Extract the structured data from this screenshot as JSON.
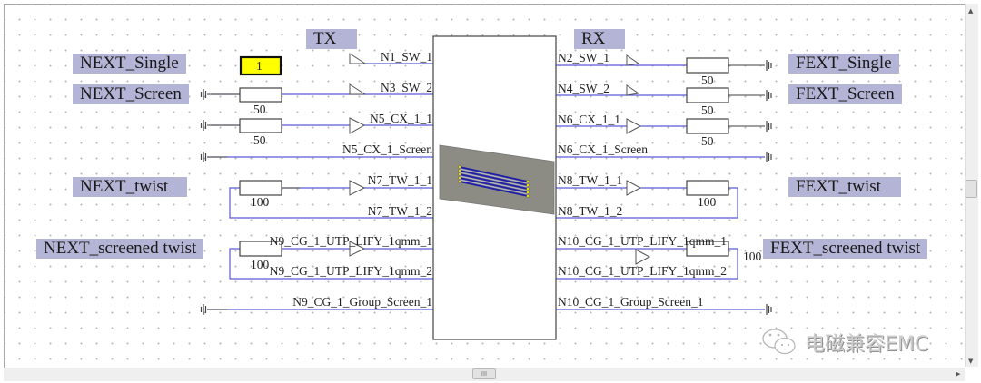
{
  "tool": {
    "canvas": "schematic-editor",
    "watermark": "电磁兼容EMC",
    "hscroll_thumb_glyph": "III"
  },
  "colors": {
    "wire": "#5b5bd6",
    "label_bg": "#b4b4d6",
    "source_fill": "#ffff00",
    "cable_body": "#8c8c84",
    "conductor": "#1e1ea8",
    "pin": "#e8d800"
  },
  "group_labels": {
    "tx": "TX",
    "rx": "RX",
    "next_single": "NEXT_Single",
    "next_screen": "NEXT_Screen",
    "next_twist": "NEXT_twist",
    "next_screened_twist": "NEXT_screened twist",
    "fext_single": "FEXT_Single",
    "fext_screen": "FEXT_Screen",
    "fext_twist": "FEXT_twist",
    "fext_screened_twist": "FEXT_screened twist"
  },
  "source": {
    "value": "1"
  },
  "left_nets": [
    "N1_SW_1",
    "N3_SW_2",
    "N5_CX_1_1",
    "N5_CX_1_Screen",
    "N7_TW_1_1",
    "N7_TW_1_2",
    "N9_CG_1_UTP_LIFY_1qmm_1",
    "N9_CG_1_UTP_LIFY_1qmm_2",
    "N9_CG_1_Group_Screen_1"
  ],
  "right_nets": [
    "N2_SW_1",
    "N4_SW_2",
    "N6_CX_1_1",
    "N6_CX_1_Screen",
    "N8_TW_1_1",
    "N8_TW_1_2",
    "N10_CG_1_UTP_LIFY_1qmm_1",
    "N10_CG_1_UTP_LIFY_1qmm_2",
    "N10_CG_1_Group_Screen_1"
  ],
  "left_resistors": [
    "50",
    "50",
    "100",
    "100"
  ],
  "right_resistors": [
    "50",
    "50",
    "50",
    "100",
    "100"
  ]
}
